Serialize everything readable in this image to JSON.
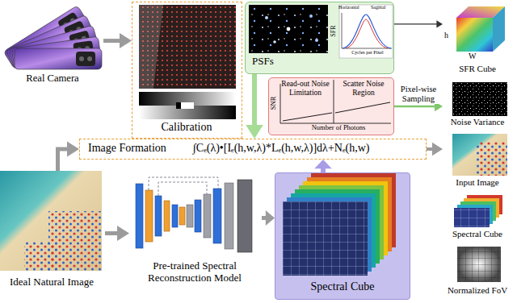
{
  "diagram": {
    "nodes": [
      {
        "text": [
          "Real Camera"
        ]
      },
      {
        "text": [
          "Calibration"
        ]
      },
      {
        "text": [
          "PSFs"
        ]
      },
      {
        "text": [
          "Read-out Noise Limitation",
          "Scatter Noise Region"
        ]
      },
      {
        "text": [
          "SFR Cube"
        ]
      },
      {
        "text": [
          "Noise Variance"
        ]
      },
      {
        "text": [
          "Image Formation",
          "∫Cₑ(λ)•[Iₑ(h,w,λ)*Lₑ(h,w,λ)]dλ+Nₑ(h,w)"
        ]
      },
      {
        "text": [
          "Input Image"
        ]
      },
      {
        "text": [
          "Spectral Cube"
        ]
      },
      {
        "text": [
          "Normalized FoV"
        ]
      },
      {
        "text": [
          "Ideal Natural Image"
        ]
      },
      {
        "text": [
          "Pre-trained Spectral Reconstruction Model"
        ]
      },
      {
        "text": [
          "Spectral Cube"
        ]
      }
    ],
    "edges": [
      {
        "from": 0,
        "to": 1,
        "arrow": "to"
      },
      {
        "from": 2,
        "to": 4,
        "arrow": "to"
      },
      {
        "from": 3,
        "to": 5,
        "label": "Pixel-wise Sampling",
        "arrow": "to"
      },
      {
        "from": 2,
        "to": 6,
        "arrow": "to"
      },
      {
        "from": 6,
        "to": 7,
        "arrow": "to"
      },
      {
        "from": 10,
        "to": 6,
        "arrow": "to"
      },
      {
        "from": 10,
        "to": 11,
        "arrow": "to"
      },
      {
        "from": 11,
        "to": 12,
        "arrow": "to"
      },
      {
        "from": 12,
        "to": 6,
        "arrow": "to"
      }
    ],
    "labels": [
      "Horizontal",
      "Sagittal",
      "SFR",
      "Cycles per Pixel",
      "h",
      "W",
      "SNR",
      "Number of Photons"
    ]
  }
}
